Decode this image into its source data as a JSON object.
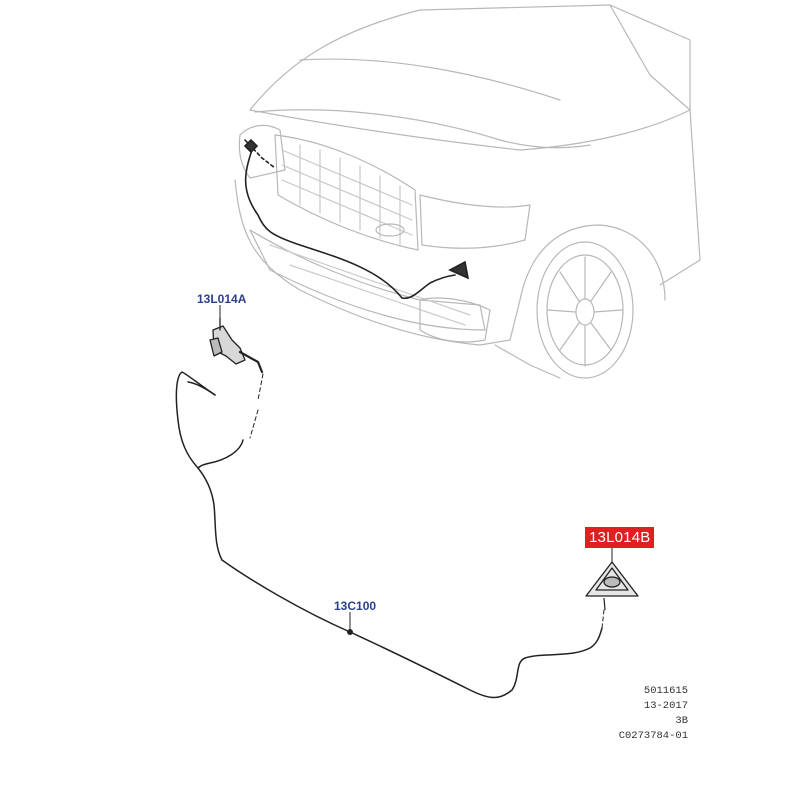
{
  "callouts": {
    "washer_jet_left": "13L014A",
    "washer_jet_right": "13L014B",
    "washer_hose": "13C100"
  },
  "reference": {
    "lines": [
      "5011615",
      "13-2017",
      "3B",
      "C0273784-01"
    ]
  },
  "colors": {
    "callout_text": "#2b3f8c",
    "highlight_box": "#e02020",
    "vehicle_line": "#b5b5b5",
    "part_line": "#222222"
  }
}
